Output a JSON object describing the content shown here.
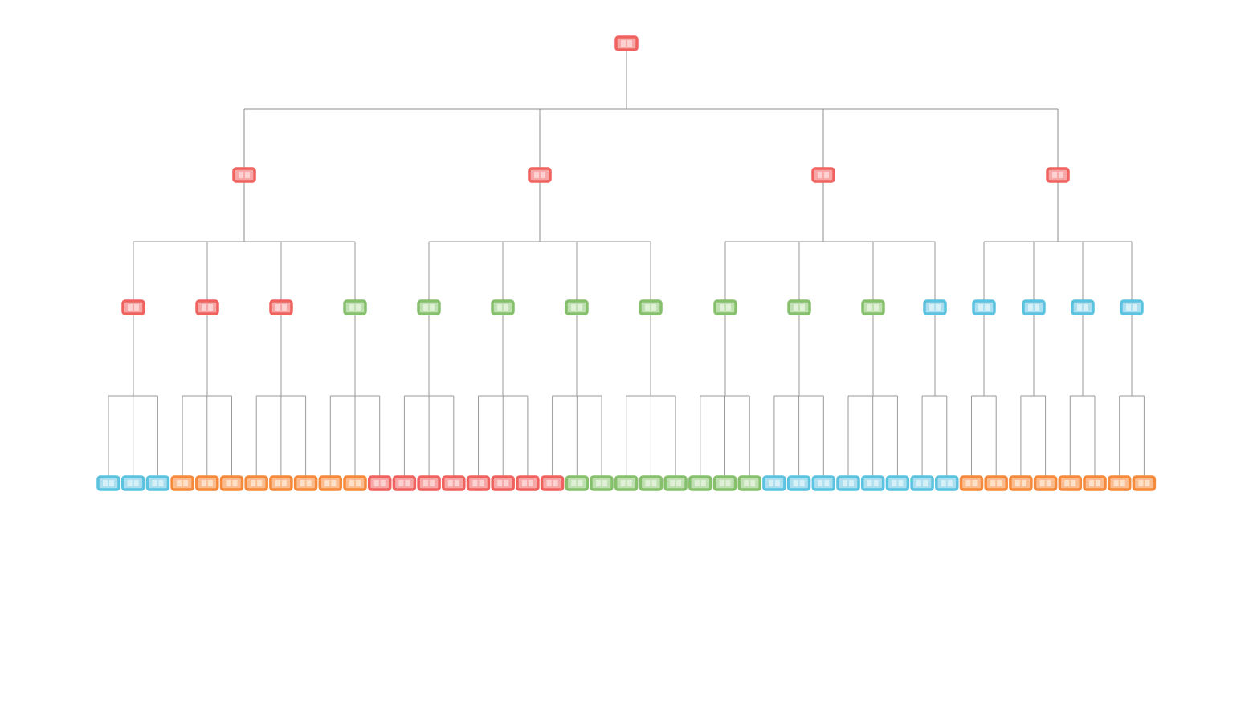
{
  "colors": {
    "red": {
      "border": "#f0625f",
      "fill": "#f7a8a6",
      "inner": "#fbd2d1"
    },
    "green": {
      "border": "#86c06c",
      "fill": "#bfe0b0",
      "inner": "#dff0d6"
    },
    "blue": {
      "border": "#5bc3df",
      "fill": "#abdff0",
      "inner": "#d6f0f8"
    },
    "orange": {
      "border": "#f58a3c",
      "fill": "#fbbd8f",
      "inner": "#fde0c9"
    },
    "edge": "#9a9a9a"
  },
  "tree": {
    "color": "red",
    "children": [
      {
        "color": "red",
        "children": [
          {
            "color": "red",
            "children": [
              "blue",
              "blue",
              "blue"
            ]
          },
          {
            "color": "red",
            "children": [
              "orange",
              "orange",
              "orange"
            ]
          },
          {
            "color": "red",
            "children": [
              "orange",
              "orange",
              "orange"
            ]
          },
          {
            "color": "green",
            "children": [
              "orange",
              "orange",
              "red"
            ]
          }
        ]
      },
      {
        "color": "red",
        "children": [
          {
            "color": "green",
            "children": [
              "red",
              "red",
              "red"
            ]
          },
          {
            "color": "green",
            "children": [
              "red",
              "red",
              "red"
            ]
          },
          {
            "color": "green",
            "children": [
              "red",
              "green",
              "green"
            ]
          },
          {
            "color": "green",
            "children": [
              "green",
              "green",
              "green"
            ]
          }
        ]
      },
      {
        "color": "red",
        "children": [
          {
            "color": "green",
            "children": [
              "green",
              "green",
              "green"
            ]
          },
          {
            "color": "green",
            "children": [
              "blue",
              "blue",
              "blue"
            ]
          },
          {
            "color": "green",
            "children": [
              "blue",
              "blue",
              "blue"
            ]
          },
          {
            "color": "blue",
            "children": [
              "blue",
              "blue"
            ]
          }
        ]
      },
      {
        "color": "red",
        "children": [
          {
            "color": "blue",
            "children": [
              "orange",
              "orange"
            ]
          },
          {
            "color": "blue",
            "children": [
              "orange",
              "orange"
            ]
          },
          {
            "color": "blue",
            "children": [
              "orange",
              "orange"
            ]
          },
          {
            "color": "blue",
            "children": [
              "orange",
              "orange"
            ]
          }
        ]
      }
    ]
  }
}
